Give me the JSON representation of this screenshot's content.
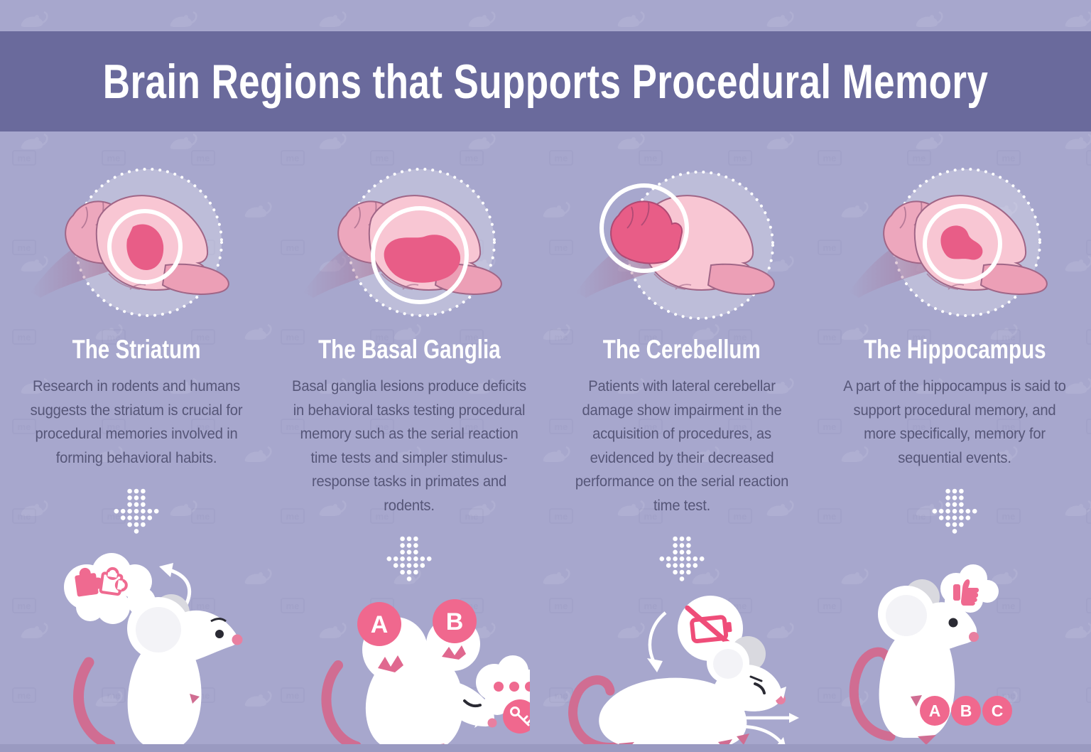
{
  "infographic": {
    "title": "Brain Regions that Supports Procedural Memory",
    "watermark": "me",
    "columns": [
      {
        "heading": "The Striatum",
        "body": "Research in rodents and humans suggests the striatum is crucial for procedural memories involved in forming behavioral habits.",
        "highlighted_region": "striatum",
        "badges": [],
        "mouse_icons": [
          "thought-bubble",
          "puzzle-pieces",
          "curved-arrow"
        ]
      },
      {
        "heading": "The Basal Ganglia",
        "body": "Basal ganglia lesions produce deficits in behavioral tasks testing procedural memory such as the serial reaction time tests and simpler stimulus-response tasks in primates and rodents.",
        "highlighted_region": "basal-ganglia",
        "badges": [
          "A",
          "B"
        ],
        "mouse_icons": [
          "speech-bubble",
          "ellipsis-dots",
          "key"
        ]
      },
      {
        "heading": "The Cerebellum",
        "body": "Patients with lateral cerebellar damage show impairment in the acquisition of procedures, as evidenced by their decreased performance on the serial reaction time test.",
        "highlighted_region": "cerebellum",
        "badges": [],
        "mouse_icons": [
          "battery-off",
          "curved-arrow",
          "breath-arrows"
        ]
      },
      {
        "heading": "The Hippocampus",
        "body": "A part of the hippocampus is said to support procedural memory, and more specifically, memory for sequential events.",
        "highlighted_region": "hippocampus",
        "badges": [
          "A",
          "B",
          "C"
        ],
        "mouse_icons": [
          "thought-bubble",
          "thumbs-up"
        ]
      }
    ],
    "colors": {
      "background": "#a7a7cd",
      "banner": "#6a6a9c",
      "bottom_strip": "#9a9ac1",
      "heading_text": "#ffffff",
      "body_text": "#565678",
      "accent_pink": "#f0688e",
      "icon_pink": "#ef4d79",
      "brain_light_pink": "#f8c6d3",
      "brain_mid_pink": "#eda7bd",
      "region_highlight_pink": "#e85d87",
      "tail_pink": "#d06d92",
      "mouse_white": "#ffffff"
    }
  }
}
